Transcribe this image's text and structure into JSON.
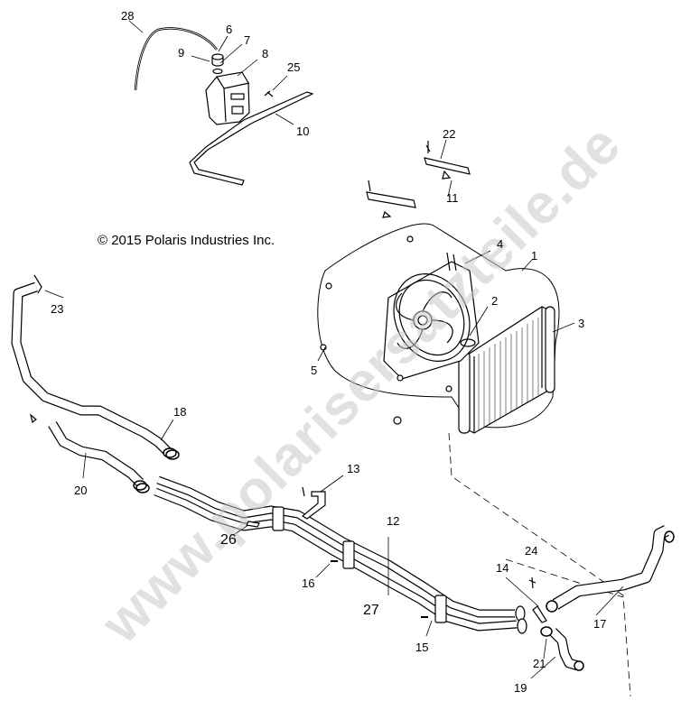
{
  "copyright": "© 2015 Polaris Industries Inc.",
  "watermark": "www.polarisersatzteile.de",
  "labels": {
    "l1": "1",
    "l2": "2",
    "l3": "3",
    "l4": "4",
    "l5": "5",
    "l6": "6",
    "l7": "7",
    "l8": "8",
    "l9": "9",
    "l10": "10",
    "l11": "11",
    "l12": "12",
    "l13": "13",
    "l14": "14",
    "l15": "15",
    "l16": "16",
    "l17": "17",
    "l18": "18",
    "l19": "19",
    "l20": "20",
    "l21": "21",
    "l22": "22",
    "l23": "23",
    "l24": "24",
    "l25": "25",
    "l26": "26",
    "l27": "27",
    "l28": "28"
  }
}
